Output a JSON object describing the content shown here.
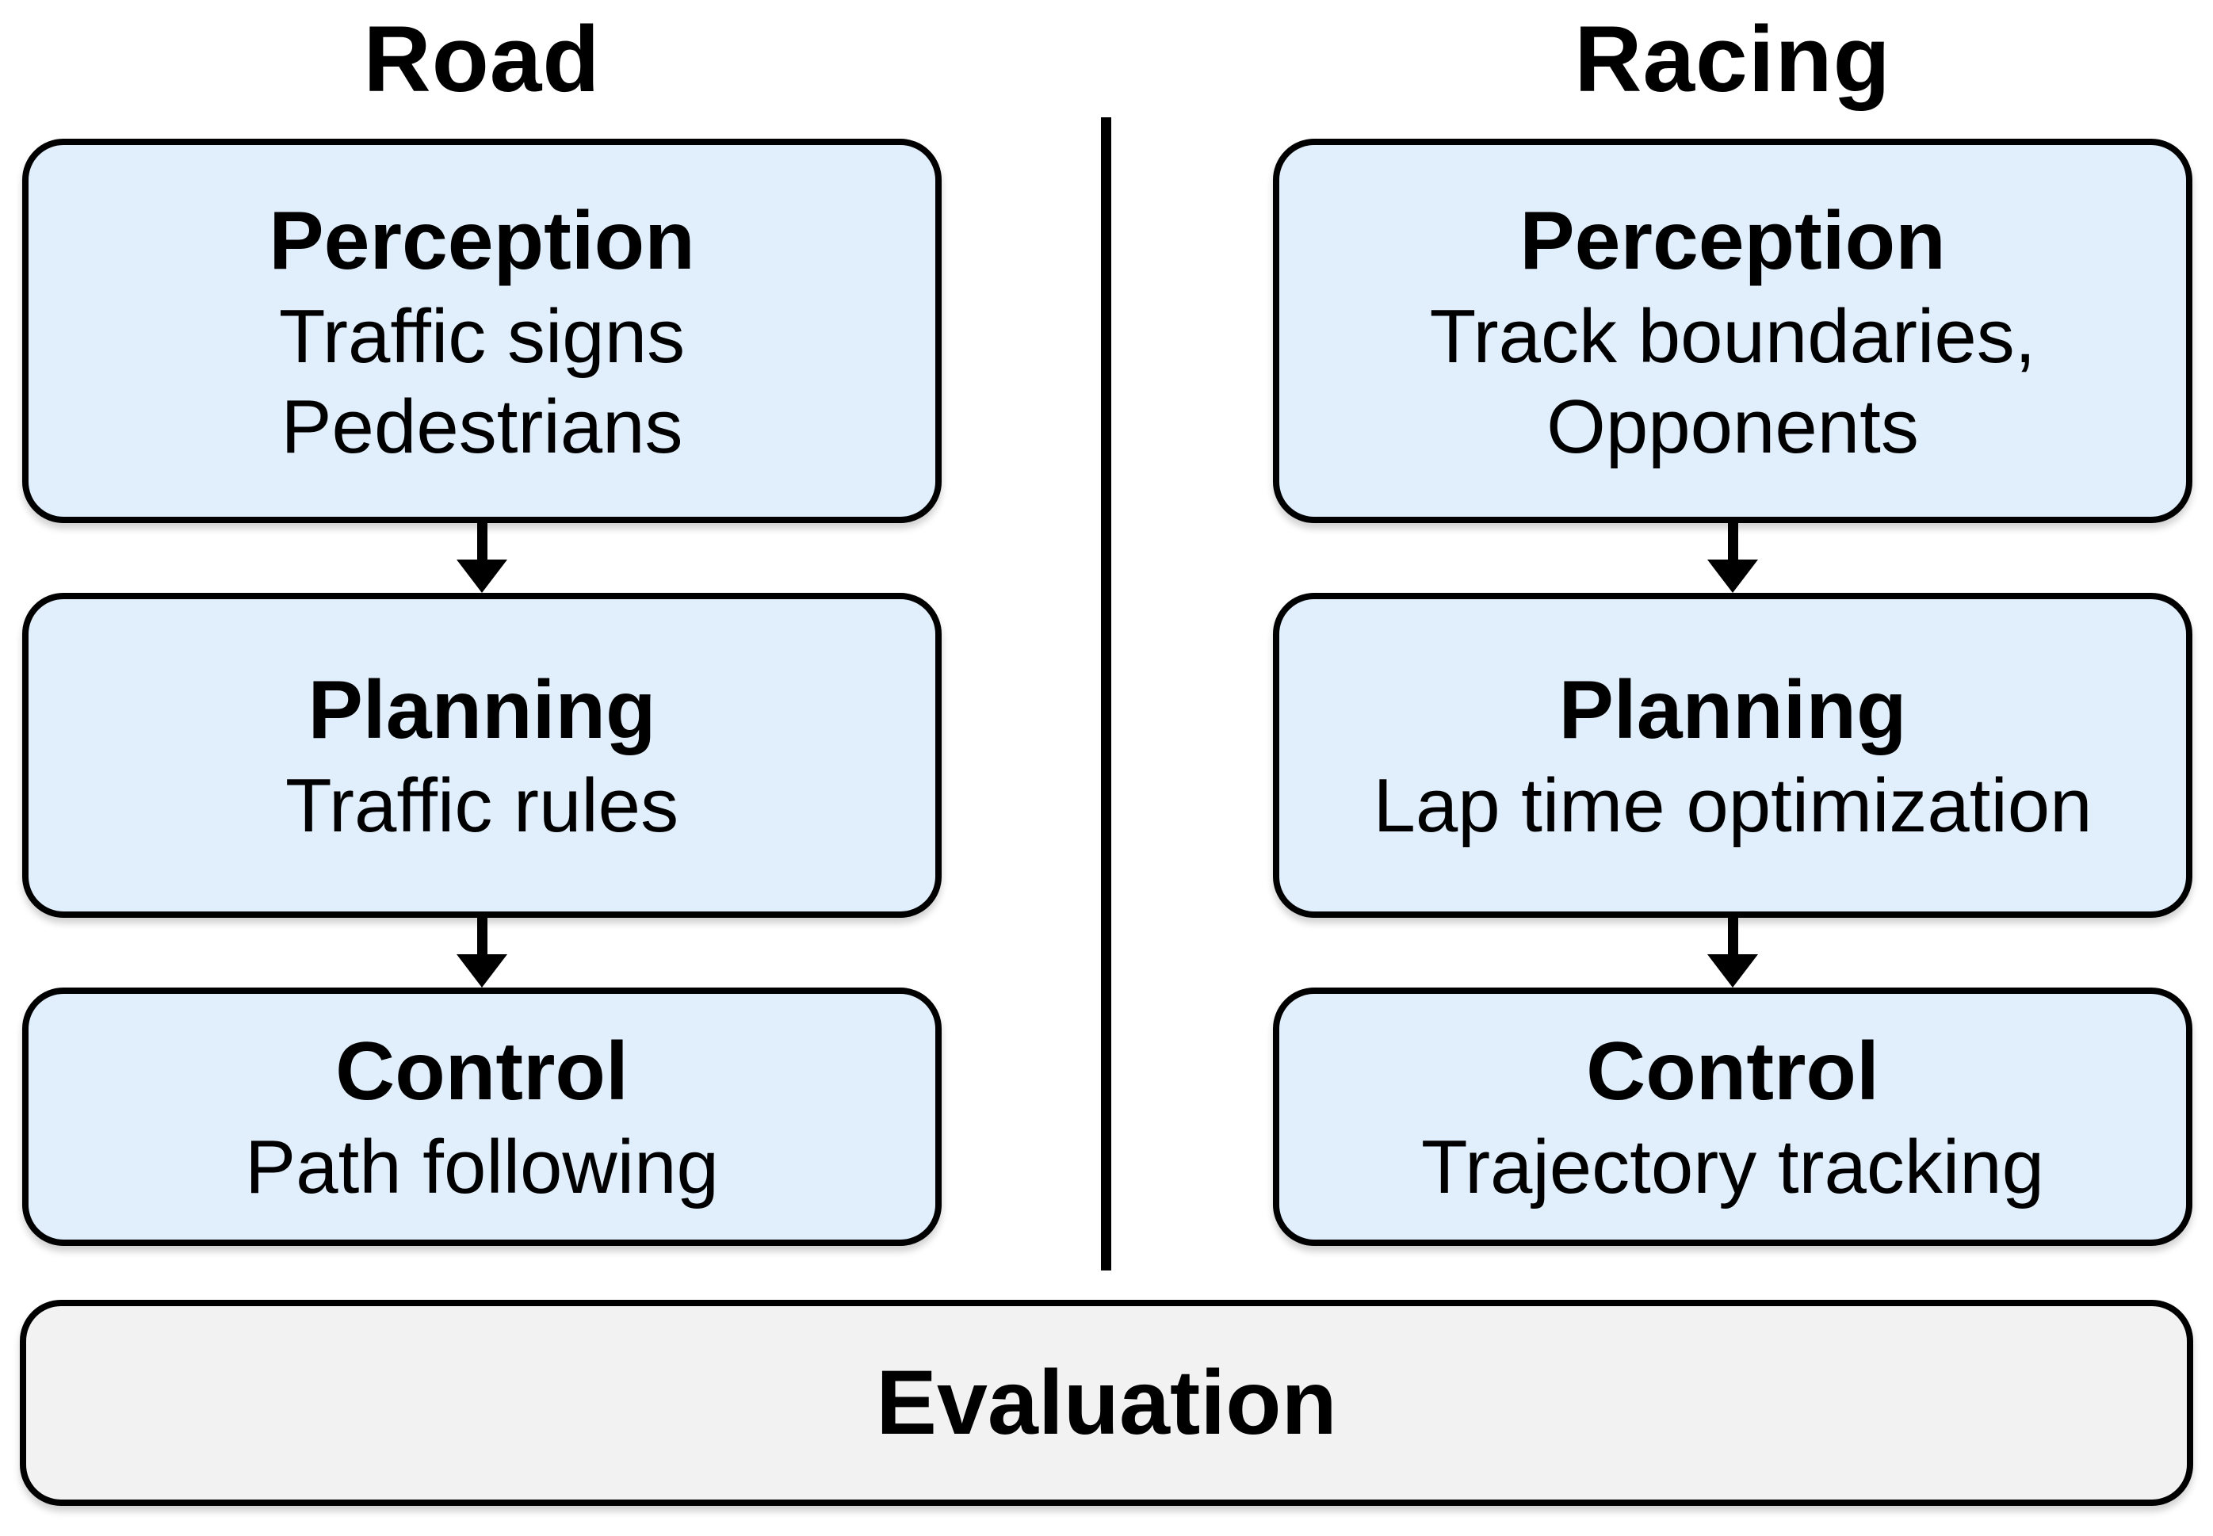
{
  "titles": {
    "road": "Road",
    "racing": "Racing"
  },
  "road": {
    "perception": {
      "heading": "Perception",
      "line1": "Traffic signs",
      "line2": "Pedestrians"
    },
    "planning": {
      "heading": "Planning",
      "line1": "Traffic rules"
    },
    "control": {
      "heading": "Control",
      "line1": "Path following"
    }
  },
  "racing": {
    "perception": {
      "heading": "Perception",
      "line1": "Track boundaries,",
      "line2": "Opponents"
    },
    "planning": {
      "heading": "Planning",
      "line1": "Lap time optimization"
    },
    "control": {
      "heading": "Control",
      "line1": "Trajectory tracking"
    }
  },
  "evaluation": {
    "label": "Evaluation"
  },
  "colors": {
    "box_fill": "#E1EEFC",
    "box_border": "#000000",
    "eval_fill": "#F2F2F2",
    "divider": "#000000",
    "text": "#000000",
    "background": "#FFFFFF"
  }
}
